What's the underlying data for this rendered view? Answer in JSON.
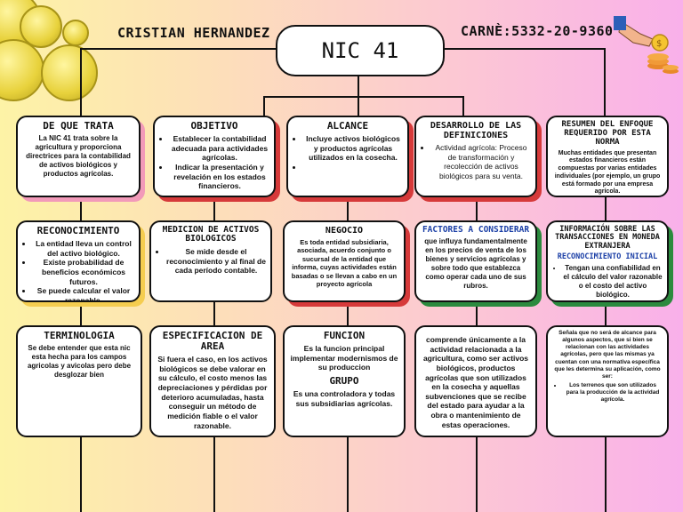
{
  "header": {
    "author": "CRISTIAN HERNANDEZ",
    "carne": "CARNÈ:5332-20-9360",
    "title": "NIC 41"
  },
  "colors": {
    "accent_blue": "#1b3fa6",
    "shadow_pink": "#f29ab9",
    "shadow_red": "#d63a3a",
    "shadow_green": "#2b8a3e",
    "shadow_yellow": "#f5cd50"
  },
  "icons": {
    "coins": "coin-icon",
    "hand": "hand-coin-icon"
  },
  "row1": {
    "que_trata": {
      "title": "DE QUE TRATA",
      "text": "La NIC 41 trata sobre la agricultura y proporciona directrices para la contabilidad de activos biológicos y productos agrícolas."
    },
    "objetivo": {
      "title": "OBJETIVO",
      "items": [
        "Establecer la contabilidad adecuada para actividades agrícolas.",
        "Indicar la presentación y revelación en los estados financieros."
      ]
    },
    "alcance": {
      "title": "ALCANCE",
      "items": [
        "Incluye activos biológicos y productos agrícolas utilizados en la cosecha.",
        ""
      ]
    },
    "definiciones": {
      "title": "DESARROLLO DE LAS DEFINICIONES",
      "items": [
        "Actividad agrícola: Proceso de transformación y recolección de activos biológicos para su venta."
      ]
    },
    "resumen": {
      "title": "RESUMEN DEL ENFOQUE REQUERIDO POR ESTA NORMA",
      "text": "Muchas entidades que presentan estados financieros están compuestas por varias entidades individuales (por ejemplo, un grupo está formado por una empresa agrícola."
    }
  },
  "row2": {
    "reconocimiento": {
      "title": "RECONOCIMIENTO",
      "items": [
        "La entidad lleva un control del activo biológico.",
        "Existe probabilidad de beneficios económicos futuros.",
        "Se puede calcular el valor razonable."
      ]
    },
    "medicion": {
      "title": "MEDICION DE ACTIVOS BIOLOGICOS",
      "items": [
        "Se mide desde el reconocimiento y al final de cada período contable."
      ]
    },
    "negocio": {
      "title": "NEGOCIO",
      "text1": "Es toda entidad subsidiaria, asociada, acuerdo conjunto o sucursal de la entidad que informa, cuyas actividades están",
      "text2": "basadas o se llevan a cabo en un proyecto agrícola"
    },
    "factores": {
      "title": "FACTORES A CONSIDERAR",
      "text": "que influya fundamentalmente en los precios de venta de los bienes y servicios agrícolas y sobre todo que establezca como operar cada uno de sus rubros."
    },
    "moneda": {
      "title": "INFORMACIÓN SOBRE LAS TRANSACCIONES EN MONEDA EXTRANJERA",
      "subtitle": "RECONOCIMIENTO INICIAL",
      "items": [
        "Tengan una confiabilidad en el cálculo del valor razonable o el costo del activo biológico."
      ]
    }
  },
  "row3": {
    "terminologia": {
      "title": "TERMINOLOGIA",
      "text": "Se debe entender que esta nic esta hecha para los campos agricolas y avicolas pero debe desglozar bien"
    },
    "especificacion": {
      "title": "ESPECIFICACION DE AREA",
      "text": "Si fuera el caso, en los activos biológicos se debe valorar en su cálculo, el costo menos las depreciaciones y pérdidas por deterioro acumuladas, hasta conseguir un método de medición fiable o el valor razonable."
    },
    "funcion": {
      "title": "FUNCION",
      "text": "Es la funcion principal implementar modernismos de su produccion",
      "title2": "GRUPO",
      "text2": "Es una controladora y todas sus subsidiarias agrícolas."
    },
    "comprende": {
      "text": "comprende únicamente a la actividad relacionada a la agricultura, como ser activos biológicos, productos agrícolas que son utilizados en la cosecha y aquellas subvenciones que se recibe del estado para ayudar a la obra o mantenimiento de estas operaciones."
    },
    "alcance_extra": {
      "text": "Señala que no será de alcance para algunos aspectos, que si bien se relacionan con las actividades agrícolas, pero que las mismas ya cuentan con una normativa específica que les determina su aplicación, como ser:",
      "items": [
        "Los terrenos que son utilizados para la producción de la actividad agrícola."
      ]
    }
  }
}
